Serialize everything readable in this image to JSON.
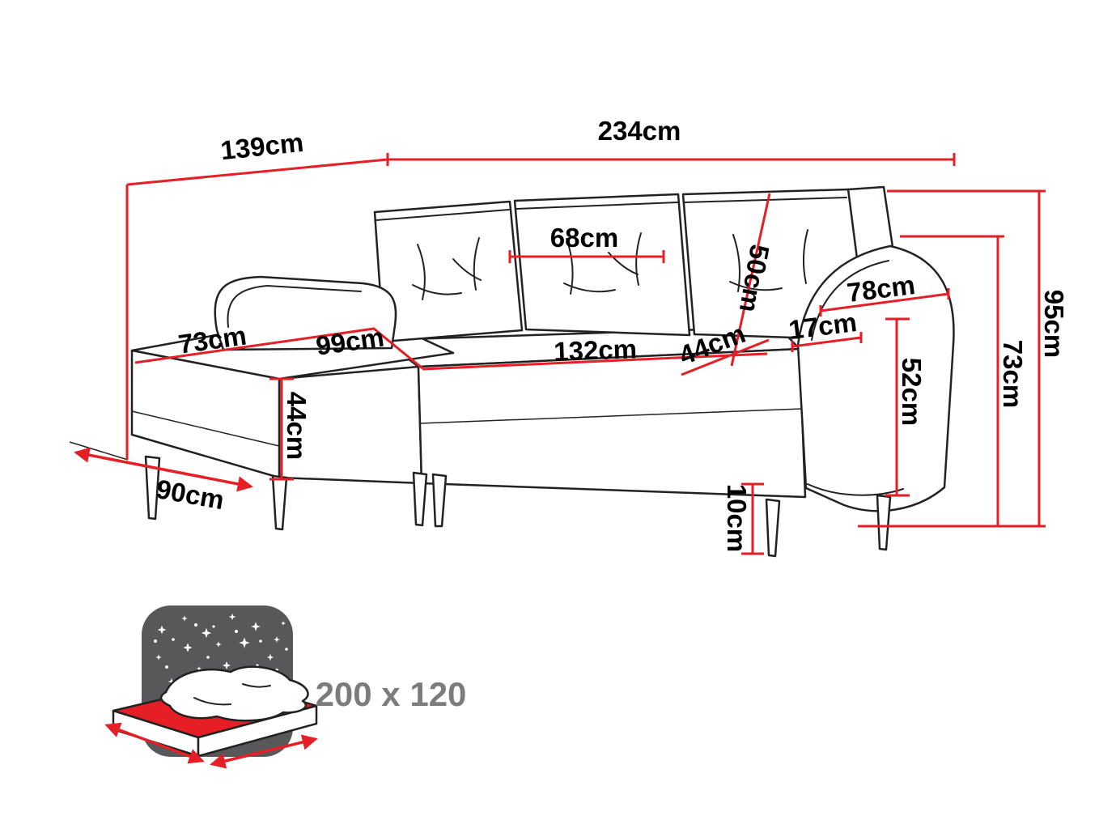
{
  "colors": {
    "dim": "#e61e25",
    "outline": "#222222",
    "text": "#000000",
    "icon": "#58585a",
    "graytext": "#7c7c7c",
    "bg": "#ffffff"
  },
  "sofa_dimensions": {
    "depth_total": "139cm",
    "width_total": "234cm",
    "cushion_width": "68cm",
    "backrest_cushion_height": "50cm",
    "armrest_depth": "78cm",
    "armrest_width": "17cm",
    "height_total": "95cm",
    "backrest_height": "73cm",
    "armrest_height": "52cm",
    "chaise_width": "73cm",
    "chaise_length": "99cm",
    "seat_front_width": "132cm",
    "seat_depth": "44cm",
    "seat_height": "44cm",
    "chaise_footprint_depth": "90cm",
    "leg_height": "10cm"
  },
  "sleeping_area": {
    "size": "200 x 120"
  }
}
